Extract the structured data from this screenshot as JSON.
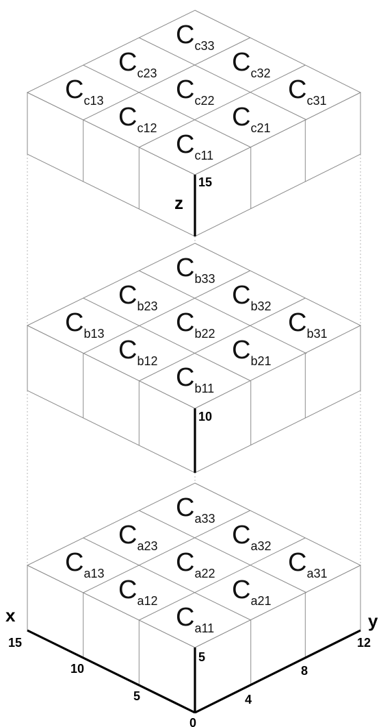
{
  "layers": [
    {
      "id": "c",
      "z_top_label": "15",
      "cells": [
        {
          "main": "C",
          "sub": "c33"
        },
        {
          "main": "C",
          "sub": "c23"
        },
        {
          "main": "C",
          "sub": "c32"
        },
        {
          "main": "C",
          "sub": "c13"
        },
        {
          "main": "C",
          "sub": "c22"
        },
        {
          "main": "C",
          "sub": "c31"
        },
        {
          "main": "C",
          "sub": "c12"
        },
        {
          "main": "C",
          "sub": "c21"
        },
        {
          "main": "C",
          "sub": "c11"
        }
      ]
    },
    {
      "id": "b",
      "z_top_label": "10",
      "cells": [
        {
          "main": "C",
          "sub": "b33"
        },
        {
          "main": "C",
          "sub": "b23"
        },
        {
          "main": "C",
          "sub": "b32"
        },
        {
          "main": "C",
          "sub": "b13"
        },
        {
          "main": "C",
          "sub": "b22"
        },
        {
          "main": "C",
          "sub": "b31"
        },
        {
          "main": "C",
          "sub": "b12"
        },
        {
          "main": "C",
          "sub": "b21"
        },
        {
          "main": "C",
          "sub": "b11"
        }
      ]
    },
    {
      "id": "a",
      "z_top_label": "5",
      "cells": [
        {
          "main": "C",
          "sub": "a33"
        },
        {
          "main": "C",
          "sub": "a23"
        },
        {
          "main": "C",
          "sub": "a32"
        },
        {
          "main": "C",
          "sub": "a13"
        },
        {
          "main": "C",
          "sub": "a22"
        },
        {
          "main": "C",
          "sub": "a31"
        },
        {
          "main": "C",
          "sub": "a12"
        },
        {
          "main": "C",
          "sub": "a21"
        },
        {
          "main": "C",
          "sub": "a11"
        }
      ]
    }
  ],
  "axes": {
    "x_label": "x",
    "y_label": "y",
    "z_label": "z",
    "origin": "0",
    "x_ticks": [
      "5",
      "10",
      "15"
    ],
    "y_ticks": [
      "4",
      "8",
      "12"
    ]
  }
}
